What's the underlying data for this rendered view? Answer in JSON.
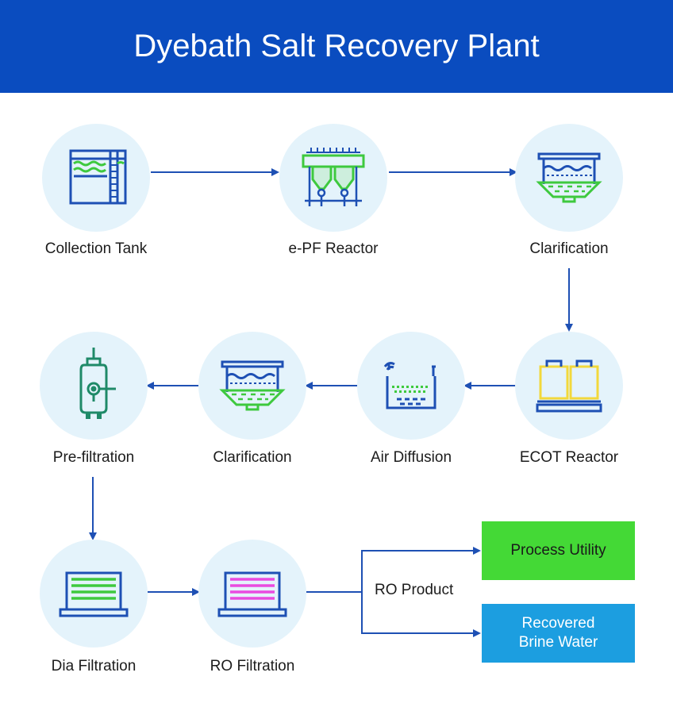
{
  "title": "Dyebath Salt Recovery Plant",
  "colors": {
    "header_bg": "#0a4cbf",
    "circle_bg": "#e4f3fb",
    "arrow": "#1e50b4",
    "icon_stroke": "#1e50b4",
    "icon_green": "#3ec93e",
    "icon_yellow": "#f2d83b",
    "icon_teal": "#1f8a68",
    "icon_pink": "#e94be0",
    "process_utility": "#44d936",
    "recovered_brine": "#1c9ee0"
  },
  "nodes": [
    {
      "id": "collection-tank",
      "label": "Collection Tank",
      "icon": "tank-icon"
    },
    {
      "id": "epf-reactor",
      "label": "e-PF Reactor",
      "icon": "reactor-icon"
    },
    {
      "id": "clarification-1",
      "label": "Clarification",
      "icon": "clarifier-icon"
    },
    {
      "id": "ecot-reactor",
      "label": "ECOT Reactor",
      "icon": "ecot-reactor-icon"
    },
    {
      "id": "air-diffusion",
      "label": "Air Diffusion",
      "icon": "air-diffusion-icon"
    },
    {
      "id": "clarification-2",
      "label": "Clarification",
      "icon": "clarifier-icon"
    },
    {
      "id": "pre-filtration",
      "label": "Pre-filtration",
      "icon": "filter-vessel-icon"
    },
    {
      "id": "dia-filtration",
      "label": "Dia Filtration",
      "icon": "membrane-green-icon"
    },
    {
      "id": "ro-filtration",
      "label": "RO Filtration",
      "icon": "membrane-pink-icon"
    }
  ],
  "ro_product_label": "RO Product",
  "outputs": {
    "process_utility": "Process Utility",
    "recovered_brine_water": "Recovered\nBrine Water"
  }
}
